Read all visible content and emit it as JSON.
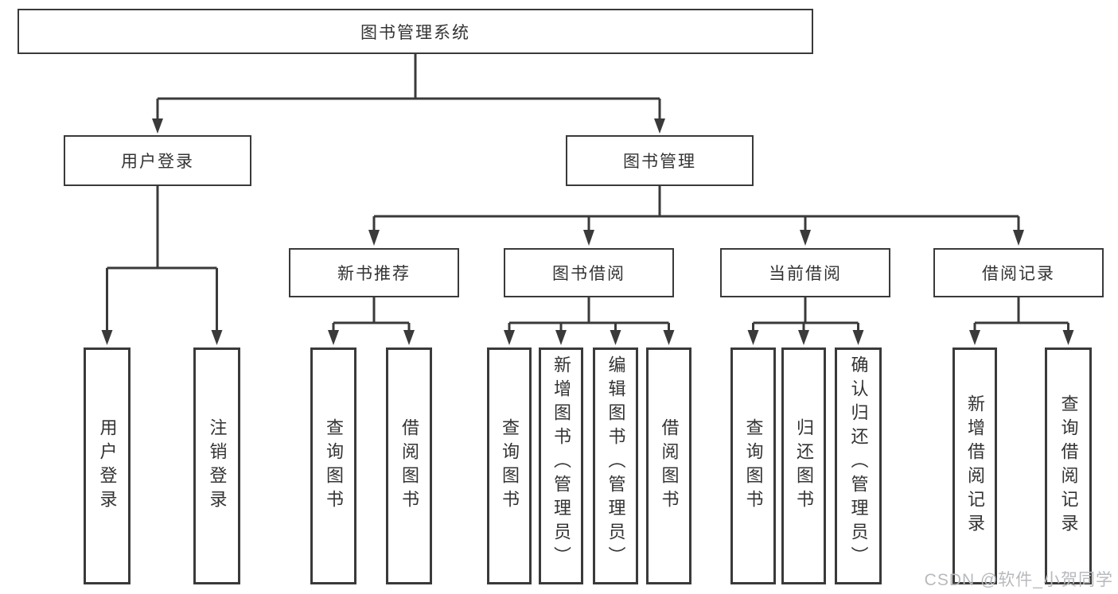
{
  "nodes": {
    "root": "图书管理系统",
    "user_login": "用户登录",
    "book_mgmt": "图书管理",
    "new_book_rec": "新书推荐",
    "book_borrow": "图书借阅",
    "current_borrow": "当前借阅",
    "borrow_record": "借阅记录",
    "leaf_user_login": "用户登录",
    "leaf_logout": "注销登录",
    "rec_query_book": "查询图书",
    "rec_borrow_book": "借阅图书",
    "bb_query_book": "查询图书",
    "bb_add_book": "新增图书（管理员）",
    "bb_edit_book": "编辑图书（管理员）",
    "bb_borrow_book": "借阅图书",
    "cb_query_book": "查询图书",
    "cb_return_book": "归还图书",
    "cb_confirm_return": "确认归还（管理员）",
    "br_add_record": "新增借阅记录",
    "br_query_record": "查询借阅记录"
  },
  "watermark": "CSDN @软件_小贺同学",
  "colors": {
    "line": "#3a3a3a",
    "text": "#333333",
    "watermark": "#b7babd",
    "background": "#ffffff"
  }
}
